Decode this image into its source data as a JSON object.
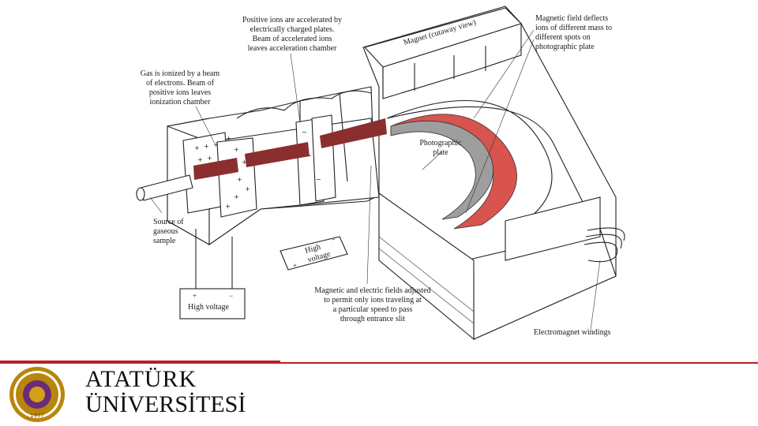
{
  "labels": {
    "positive_ions": [
      "Positive ions are accelerated by",
      "electrically charged plates.",
      "Beam of accelerated ions",
      "leaves acceleration chamber"
    ],
    "gas_ionized": [
      "Gas is ionized by a beam",
      "of electrons. Beam of",
      "positive ions leaves",
      "ionization chamber"
    ],
    "magnetic_field": [
      "Magnetic field deflects",
      "ions of different mass to",
      "different spots on",
      "photographic plate"
    ],
    "magnet_cutaway": "Magnet (cutaway view)",
    "photographic_plate": [
      "Photographic",
      "plate"
    ],
    "source": [
      "Source of",
      "gaseous",
      "sample"
    ],
    "high_voltage_box": "High voltage",
    "high_voltage_plate": [
      "High",
      "voltage"
    ],
    "fields_adjusted": [
      "Magnetic and electric fields adjusted",
      "to permit only ions traveling at",
      "a particular speed to pass",
      "through entrance slit"
    ],
    "electromagnet": "Electromagnet windings"
  },
  "footer": {
    "wordmark_line1": "ATATÜRK",
    "wordmark_line2": "ÜNİVERSİTESİ",
    "seal_year": "1957",
    "accent_color": "#b22222",
    "seal_color": "#b8860b"
  },
  "colors": {
    "ion_beam": "#8b2e2e",
    "plate_heavy": "#d9534f",
    "plate_light": "#9e9e9e"
  }
}
